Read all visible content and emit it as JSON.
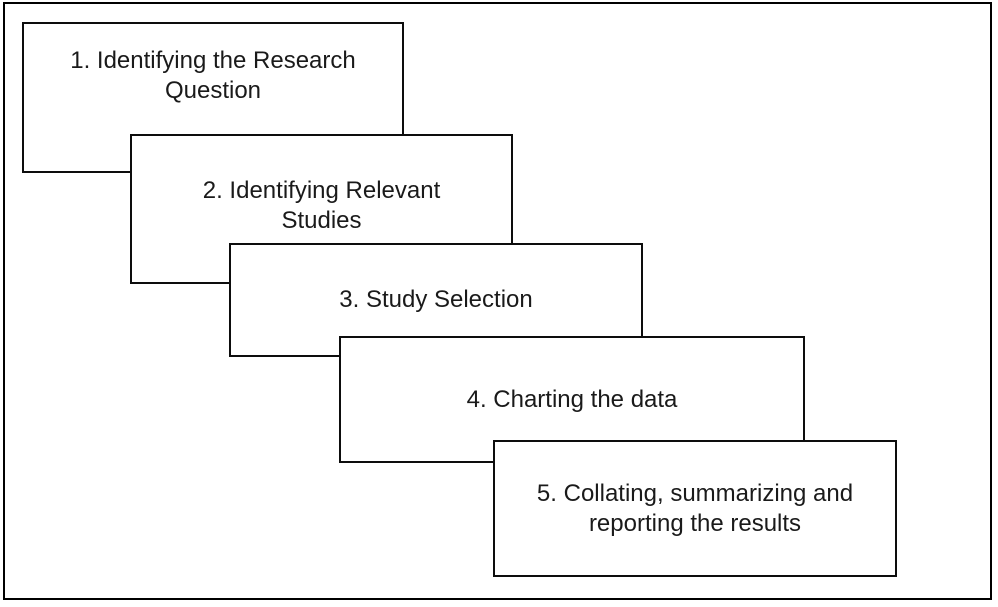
{
  "diagram": {
    "background_color": "#ffffff",
    "frame_border_color": "#000000",
    "box_fill_color": "#ffffff",
    "box_border_color": "#0d0d0d",
    "text_color": "#1a1a1a",
    "steps": [
      {
        "id": "step-1",
        "lines": [
          "1. Identifying the Research",
          "Question"
        ],
        "label": "1. Identifying the Research Question"
      },
      {
        "id": "step-2",
        "lines": [
          "2. Identifying Relevant",
          "Studies"
        ],
        "label": "2. Identifying Relevant Studies"
      },
      {
        "id": "step-3",
        "lines": [
          "3. Study Selection"
        ],
        "label": "3. Study Selection"
      },
      {
        "id": "step-4",
        "lines": [
          "4. Charting the data"
        ],
        "label": "4. Charting the data"
      },
      {
        "id": "step-5",
        "lines": [
          "5. Collating, summarizing and",
          "reporting the results"
        ],
        "label": "5. Collating, summarizing and reporting the results"
      }
    ]
  }
}
